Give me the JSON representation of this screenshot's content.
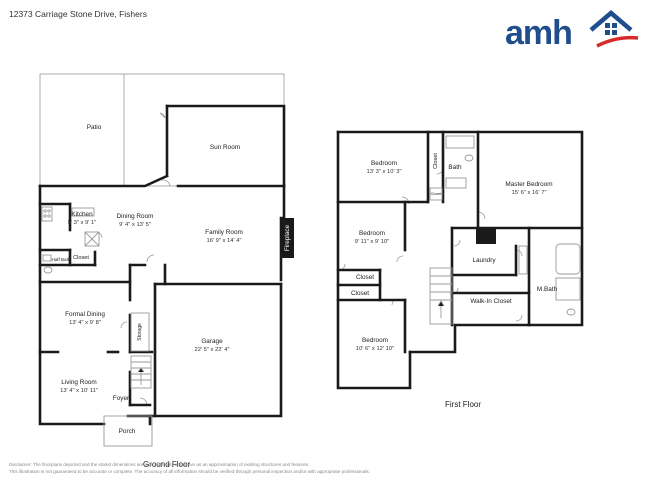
{
  "header": {
    "address": "12373 Carriage Stone Drive, Fishers",
    "logo_text": "amh"
  },
  "colors": {
    "brand_blue": "#1f4e8c",
    "brand_red": "#d62b2b",
    "wall": "#1a1a1a",
    "thin_line": "#9a9a9a"
  },
  "ground_floor": {
    "title": "Ground Floor",
    "rooms": [
      {
        "name": "Patio",
        "dims": ""
      },
      {
        "name": "Sun Room",
        "dims": ""
      },
      {
        "name": "Kitchen",
        "dims": "9' 3\" x 9' 1\""
      },
      {
        "name": "Dining Room",
        "dims": "9' 4\" x 13' 5\""
      },
      {
        "name": "Family Room",
        "dims": "16' 9\" x 14' 4\""
      },
      {
        "name": "Fireplace",
        "dims": ""
      },
      {
        "name": "Half Bath",
        "dims": ""
      },
      {
        "name": "Closet",
        "dims": ""
      },
      {
        "name": "Formal Dining",
        "dims": "13' 4\" x 9' 8\""
      },
      {
        "name": "Storage",
        "dims": ""
      },
      {
        "name": "Garage",
        "dims": "22' 5\" x 22' 4\""
      },
      {
        "name": "Living Room",
        "dims": "13' 4\" x 10' 11\""
      },
      {
        "name": "Foyer",
        "dims": ""
      },
      {
        "name": "Porch",
        "dims": ""
      }
    ]
  },
  "first_floor": {
    "title": "First Floor",
    "rooms": [
      {
        "name": "Bedroom",
        "dims": "13' 3\" x 10' 3\""
      },
      {
        "name": "Closet",
        "dims": ""
      },
      {
        "name": "Bath",
        "dims": ""
      },
      {
        "name": "Closet",
        "dims": ""
      },
      {
        "name": "Master Bedroom",
        "dims": "15' 6\" x 16' 7\""
      },
      {
        "name": "Bedroom",
        "dims": "9' 11\" x 9' 10\""
      },
      {
        "name": "Closet",
        "dims": ""
      },
      {
        "name": "Closet",
        "dims": ""
      },
      {
        "name": "Laundry",
        "dims": ""
      },
      {
        "name": "Walk-In Closet",
        "dims": ""
      },
      {
        "name": "M.Bath",
        "dims": ""
      },
      {
        "name": "Bedroom",
        "dims": "10' 6\" x 12' 10\""
      }
    ]
  },
  "disclaimer": {
    "line1": "Disclaimer: The floorplans depicted and the stated dimensions are indicative only and serve as an approximation of existing structures and features.",
    "line2": "This illustration is not guaranteed to be accurate or complete. The accuracy of all information should be verified through personal inspection and/or with appropriate professionals."
  }
}
